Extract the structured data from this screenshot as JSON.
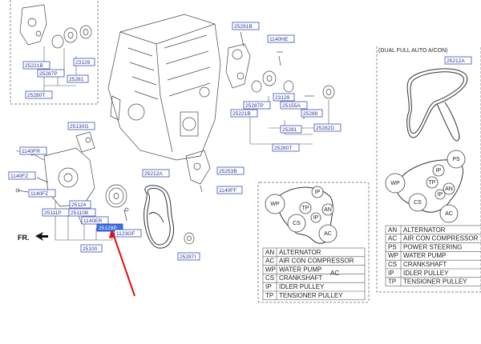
{
  "part_labels": {
    "p25221B_a": "25221B",
    "p25287P_a": "25287P",
    "p25281_a": "25281",
    "p23129_a": "23129",
    "p25280T_a": "25280T",
    "p25291B": "25291B",
    "p1140HE": "1140HE",
    "p25287P_b": "25287P",
    "p25221B_b": "25221B",
    "p23129_b": "23129",
    "p25155A": "25155A",
    "p25289": "25289",
    "p25281_b": "25281",
    "p25282D": "25282D",
    "p25280T_b": "25280T",
    "p25130G": "25130G",
    "p1140FR": "1140FR",
    "p1140FZ_a": "1140FZ",
    "p1140FZ_b": "1140FZ",
    "p25124": "25124",
    "p25111P": "25111P",
    "p25110B": "25110B",
    "p1140ER": "1140ER",
    "p25129P": "25129P",
    "p1123GF": "1123GF",
    "p25100": "25100",
    "p25212A_a": "25212A",
    "p25253B": "25253B",
    "p1140FF": "1140FF",
    "p25287I": "25287I",
    "p25212A_b": "25212A"
  },
  "front_marker": "FR.",
  "dual_caption": "(DUAL FULL AUTO A/CON)",
  "pulley_codes": {
    "wp": "WP",
    "ip": "IP",
    "tp": "TP",
    "an": "AN",
    "cs": "CS",
    "ac": "AC",
    "ps": "PS"
  },
  "legend_left": [
    {
      "code": "AN",
      "desc": "ALTERNATOR"
    },
    {
      "code": "AC",
      "desc": "AIR CON COMPRESSOR"
    },
    {
      "code": "WP",
      "desc": "WATER PUMP"
    },
    {
      "code": "CS",
      "desc": "CRANKSHAFT"
    },
    {
      "code": "IP",
      "desc": "IDLER PULLEY"
    },
    {
      "code": "TP",
      "desc": "TENSIONER PULLEY"
    }
  ],
  "legend_right": [
    {
      "code": "AN",
      "desc": "ALTERNATOR"
    },
    {
      "code": "AC",
      "desc": "AIR CON COMPRESSOR"
    },
    {
      "code": "PS",
      "desc": "POWER STEERING"
    },
    {
      "code": "WP",
      "desc": "WATER PUMP"
    },
    {
      "code": "CS",
      "desc": "CRANKSHAFT"
    },
    {
      "code": "IP",
      "desc": "IDLER PULLEY"
    },
    {
      "code": "TP",
      "desc": "TENSIONER PULLEY"
    }
  ],
  "stray_ac": "AC",
  "colors": {
    "label_text": "#2a3a8c",
    "label_border": "#3a4fb8",
    "selected_fill": "#3b6fe0",
    "pointer_arrow": "#e01010"
  }
}
